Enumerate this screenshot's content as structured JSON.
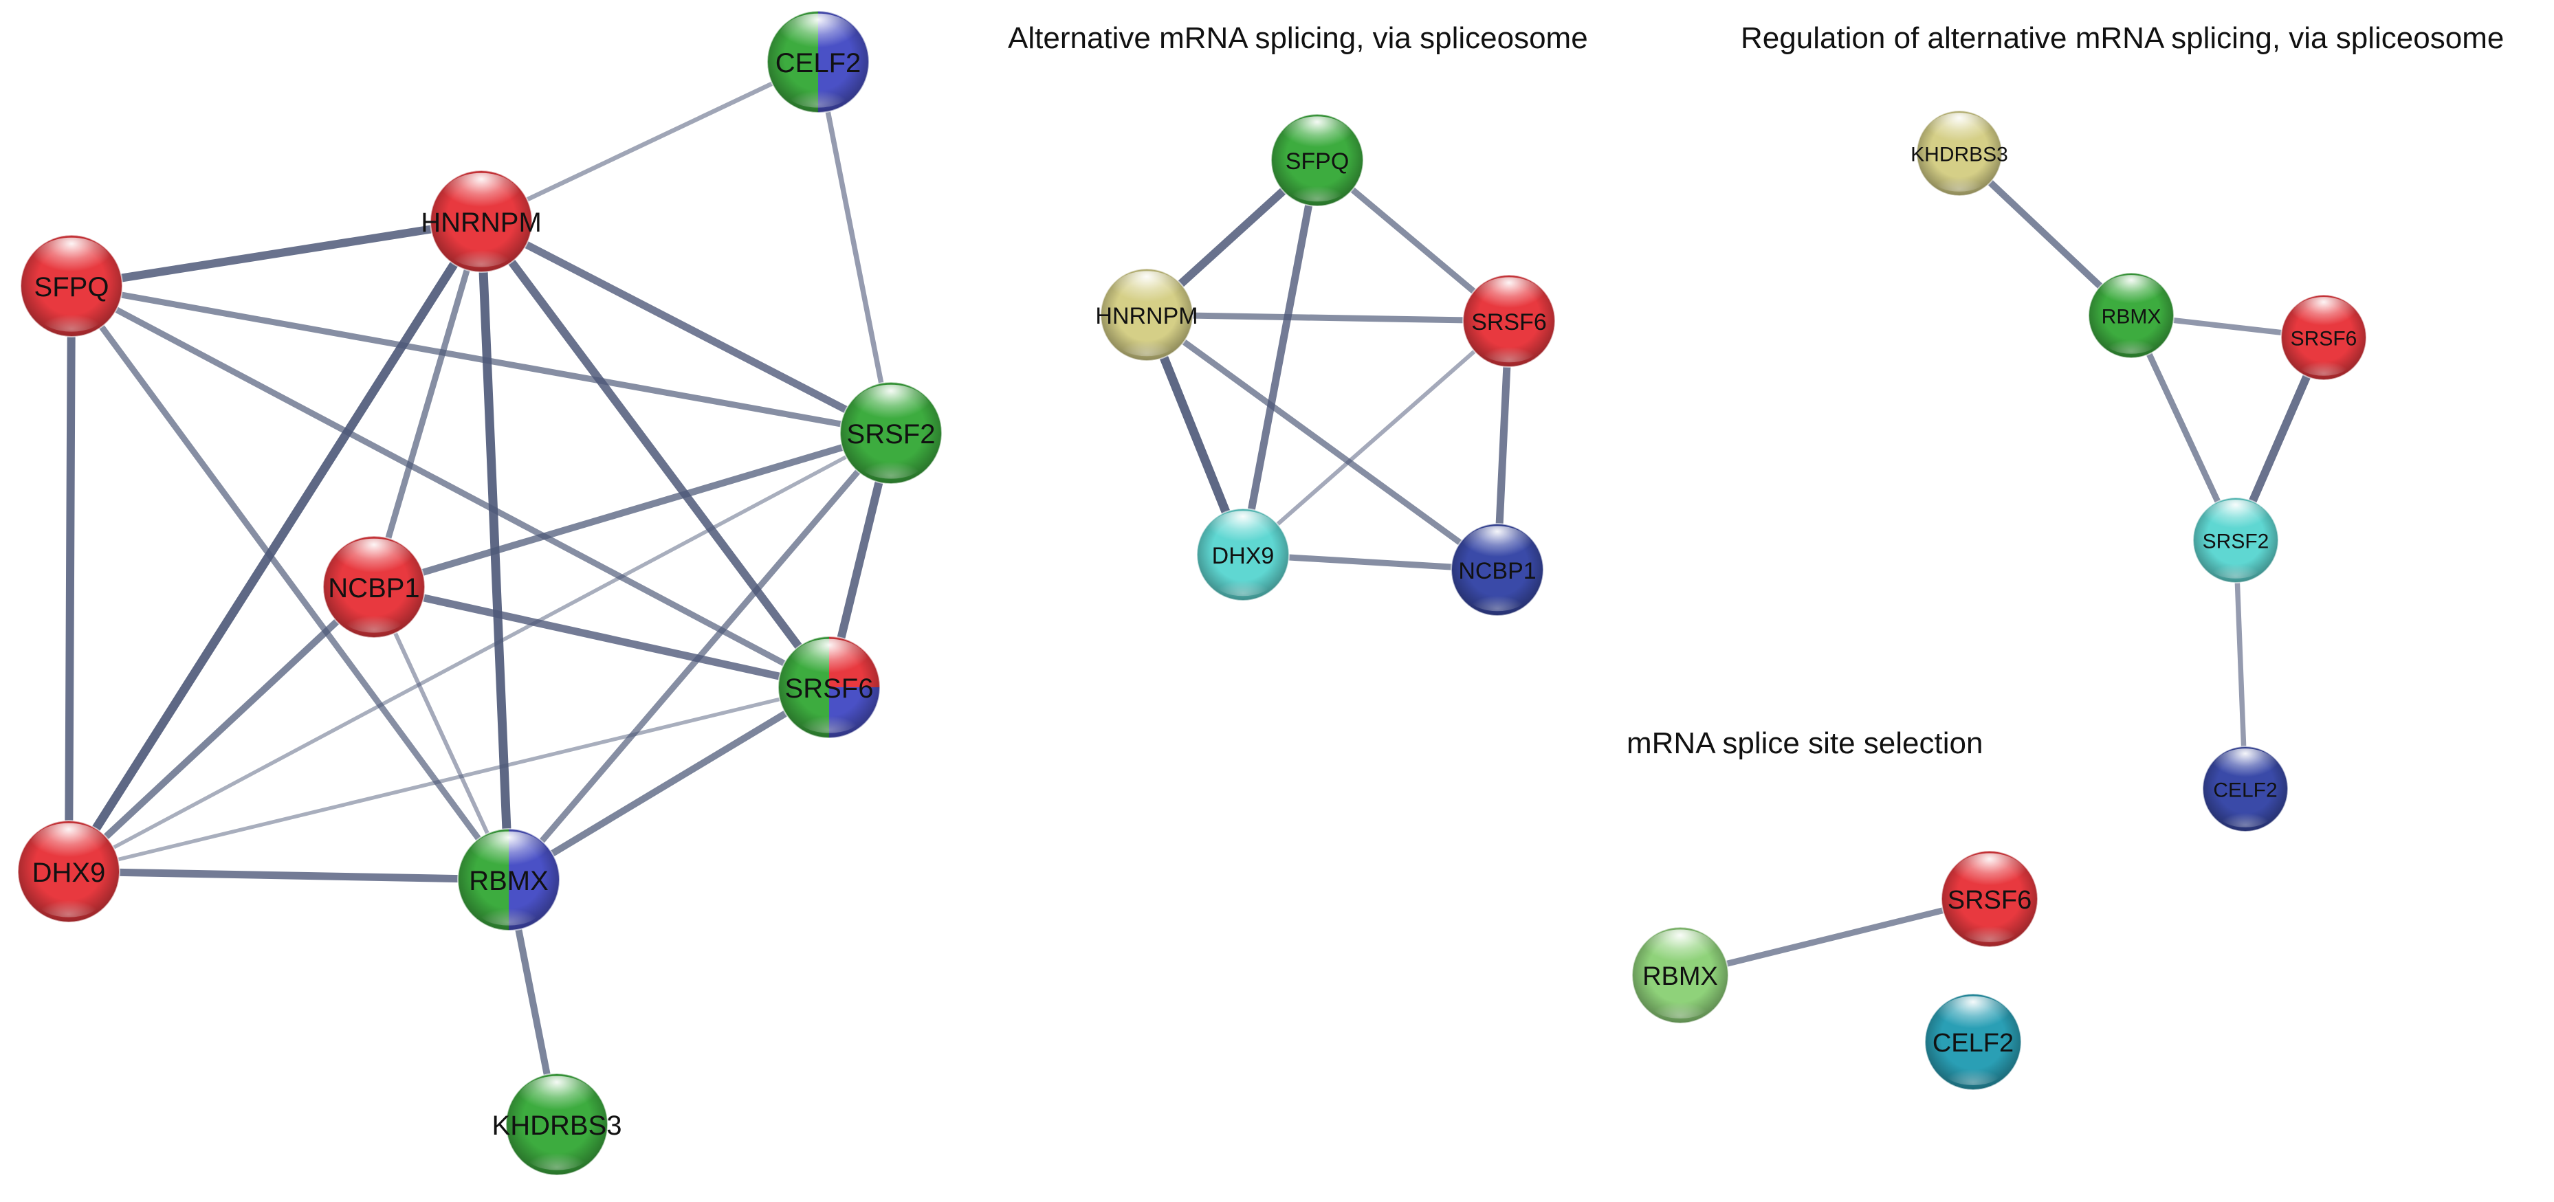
{
  "colors": {
    "red": "#e8393f",
    "green": "#3dac3f",
    "blue": "#4a51c6",
    "light_green": "#8fd27a",
    "khaki": "#d5cf87",
    "cyan": "#5fd7d2",
    "teal": "#2a9fb5",
    "navy": "#3a4aa8",
    "edge": "#4d5878"
  },
  "titles": {
    "panel_b": "Alternative mRNA splicing, via spliceosome",
    "panel_c": "Regulation of alternative mRNA splicing, via spliceosome",
    "panel_d": "mRNA splice site selection"
  },
  "panels": [
    {
      "id": "a",
      "nodes": [
        {
          "id": "CELF2",
          "label": "CELF2",
          "colors": [
            "green",
            "blue"
          ],
          "pattern": "quadrant"
        },
        {
          "id": "HNRNPM",
          "label": "HNRNPM",
          "colors": [
            "red"
          ],
          "pattern": "solid"
        },
        {
          "id": "SFPQ",
          "label": "SFPQ",
          "colors": [
            "red"
          ],
          "pattern": "solid"
        },
        {
          "id": "SRSF2",
          "label": "SRSF2",
          "colors": [
            "green"
          ],
          "pattern": "solid"
        },
        {
          "id": "NCBP1",
          "label": "NCBP1",
          "colors": [
            "red"
          ],
          "pattern": "solid"
        },
        {
          "id": "SRSF6",
          "label": "SRSF6",
          "colors": [
            "green",
            "red",
            "blue"
          ],
          "pattern": "tri"
        },
        {
          "id": "DHX9",
          "label": "DHX9",
          "colors": [
            "red"
          ],
          "pattern": "solid"
        },
        {
          "id": "RBMX",
          "label": "RBMX",
          "colors": [
            "green",
            "blue"
          ],
          "pattern": "half"
        },
        {
          "id": "KHDRBS3",
          "label": "KHDRBS3",
          "colors": [
            "green"
          ],
          "pattern": "solid"
        }
      ],
      "edges": [
        {
          "source": "HNRNPM",
          "target": "CELF2",
          "weight": 0.35
        },
        {
          "source": "CELF2",
          "target": "SRSF2",
          "weight": 0.45
        },
        {
          "source": "SFPQ",
          "target": "HNRNPM",
          "weight": 0.9
        },
        {
          "source": "SFPQ",
          "target": "SRSF2",
          "weight": 0.6
        },
        {
          "source": "SFPQ",
          "target": "SRSF6",
          "weight": 0.6
        },
        {
          "source": "SFPQ",
          "target": "DHX9",
          "weight": 0.9
        },
        {
          "source": "SFPQ",
          "target": "RBMX",
          "weight": 0.6
        },
        {
          "source": "HNRNPM",
          "target": "SRSF2",
          "weight": 0.8
        },
        {
          "source": "HNRNPM",
          "target": "NCBP1",
          "weight": 0.6
        },
        {
          "source": "HNRNPM",
          "target": "SRSF6",
          "weight": 0.9
        },
        {
          "source": "HNRNPM",
          "target": "DHX9",
          "weight": 1.0
        },
        {
          "source": "HNRNPM",
          "target": "RBMX",
          "weight": 1.0
        },
        {
          "source": "SRSF2",
          "target": "NCBP1",
          "weight": 0.7
        },
        {
          "source": "SRSF2",
          "target": "SRSF6",
          "weight": 0.9
        },
        {
          "source": "SRSF2",
          "target": "DHX9",
          "weight": 0.25
        },
        {
          "source": "SRSF2",
          "target": "RBMX",
          "weight": 0.6
        },
        {
          "source": "NCBP1",
          "target": "SRSF6",
          "weight": 0.8
        },
        {
          "source": "NCBP1",
          "target": "DHX9",
          "weight": 0.7
        },
        {
          "source": "NCBP1",
          "target": "RBMX",
          "weight": 0.3
        },
        {
          "source": "SRSF6",
          "target": "DHX9",
          "weight": 0.25
        },
        {
          "source": "SRSF6",
          "target": "RBMX",
          "weight": 0.7
        },
        {
          "source": "DHX9",
          "target": "RBMX",
          "weight": 0.8
        },
        {
          "source": "RBMX",
          "target": "KHDRBS3",
          "weight": 0.7
        }
      ]
    },
    {
      "id": "b",
      "nodes": [
        {
          "id": "SFPQ",
          "label": "SFPQ",
          "colors": [
            "green"
          ],
          "pattern": "solid"
        },
        {
          "id": "HNRNPM",
          "label": "HNRNPM",
          "colors": [
            "khaki"
          ],
          "pattern": "solid"
        },
        {
          "id": "SRSF6",
          "label": "SRSF6",
          "colors": [
            "red"
          ],
          "pattern": "solid"
        },
        {
          "id": "DHX9",
          "label": "DHX9",
          "colors": [
            "cyan"
          ],
          "pattern": "solid"
        },
        {
          "id": "NCBP1",
          "label": "NCBP1",
          "colors": [
            "navy"
          ],
          "pattern": "solid"
        }
      ],
      "edges": [
        {
          "source": "SFPQ",
          "target": "HNRNPM",
          "weight": 0.9
        },
        {
          "source": "SFPQ",
          "target": "SRSF6",
          "weight": 0.6
        },
        {
          "source": "SFPQ",
          "target": "DHX9",
          "weight": 0.8
        },
        {
          "source": "HNRNPM",
          "target": "SRSF6",
          "weight": 0.6
        },
        {
          "source": "HNRNPM",
          "target": "DHX9",
          "weight": 1.0
        },
        {
          "source": "HNRNPM",
          "target": "NCBP1",
          "weight": 0.6
        },
        {
          "source": "SRSF6",
          "target": "DHX9",
          "weight": 0.3
        },
        {
          "source": "SRSF6",
          "target": "NCBP1",
          "weight": 0.8
        },
        {
          "source": "DHX9",
          "target": "NCBP1",
          "weight": 0.6
        }
      ]
    },
    {
      "id": "c",
      "nodes": [
        {
          "id": "KHDRBS3",
          "label": "KHDRBS3",
          "colors": [
            "khaki"
          ],
          "pattern": "solid"
        },
        {
          "id": "RBMX",
          "label": "RBMX",
          "colors": [
            "green"
          ],
          "pattern": "solid"
        },
        {
          "id": "SRSF6",
          "label": "SRSF6",
          "colors": [
            "red"
          ],
          "pattern": "solid"
        },
        {
          "id": "SRSF2",
          "label": "SRSF2",
          "colors": [
            "cyan"
          ],
          "pattern": "solid"
        },
        {
          "id": "CELF2",
          "label": "CELF2",
          "colors": [
            "navy"
          ],
          "pattern": "solid"
        }
      ],
      "edges": [
        {
          "source": "KHDRBS3",
          "target": "RBMX",
          "weight": 0.7
        },
        {
          "source": "RBMX",
          "target": "SRSF6",
          "weight": 0.5
        },
        {
          "source": "RBMX",
          "target": "SRSF2",
          "weight": 0.6
        },
        {
          "source": "SRSF6",
          "target": "SRSF2",
          "weight": 0.9
        },
        {
          "source": "SRSF2",
          "target": "CELF2",
          "weight": 0.45
        }
      ]
    },
    {
      "id": "d",
      "nodes": [
        {
          "id": "SRSF6",
          "label": "SRSF6",
          "colors": [
            "red"
          ],
          "pattern": "solid"
        },
        {
          "id": "RBMX",
          "label": "RBMX",
          "colors": [
            "light_green"
          ],
          "pattern": "solid"
        },
        {
          "id": "CELF2",
          "label": "CELF2",
          "colors": [
            "teal"
          ],
          "pattern": "solid"
        }
      ],
      "edges": [
        {
          "source": "RBMX",
          "target": "SRSF6",
          "weight": 0.6
        }
      ]
    }
  ]
}
